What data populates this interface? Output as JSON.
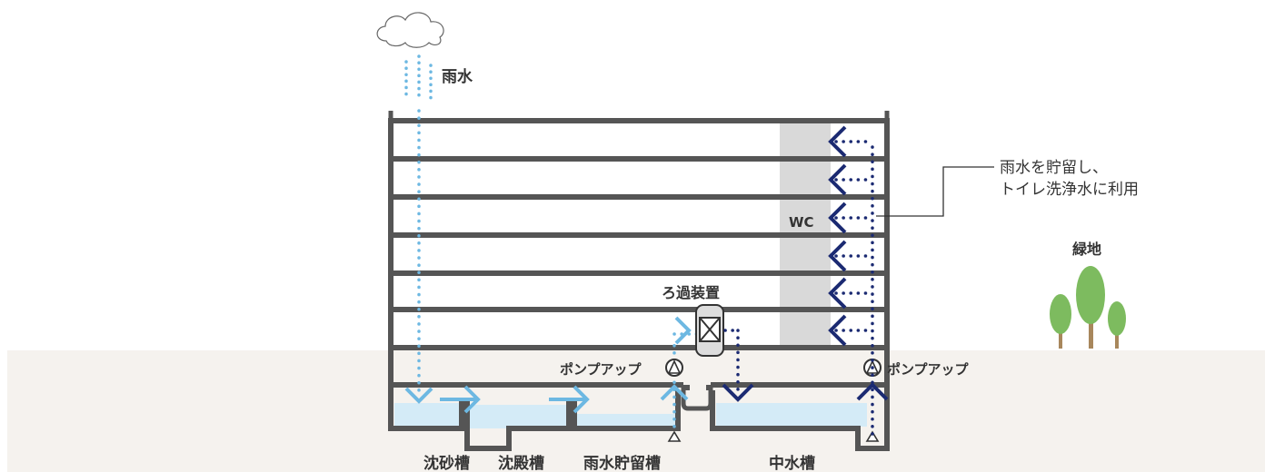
{
  "labels": {
    "top_caption": "",
    "rain": "雨水",
    "filter": "ろ過装置",
    "wc": "WC",
    "pump_left": "ポンプアップ",
    "pump_right": "ポンプアップ",
    "callout_line1": "雨水を貯留し、",
    "callout_line2": "トイレ洗浄水に利用",
    "green": "緑地",
    "tank_sand": "沈砂槽",
    "tank_settle": "沈殿槽",
    "tank_rain": "雨水貯留槽",
    "tank_gray": "中水槽"
  },
  "colors": {
    "rain_blue": "#6db8e2",
    "toilet_navy": "#1b2a72",
    "wall": "#555555",
    "water": "#d4ebf7",
    "ground": "#f5f2ee",
    "wc_shade": "#d9d9d9",
    "tree_green": "#7dbb5f",
    "trunk": "#a8875c"
  },
  "icons": {
    "cloud": "cloud-icon",
    "pump": "pump-icon",
    "filter": "filter-device-icon",
    "tree": "tree-icon"
  }
}
